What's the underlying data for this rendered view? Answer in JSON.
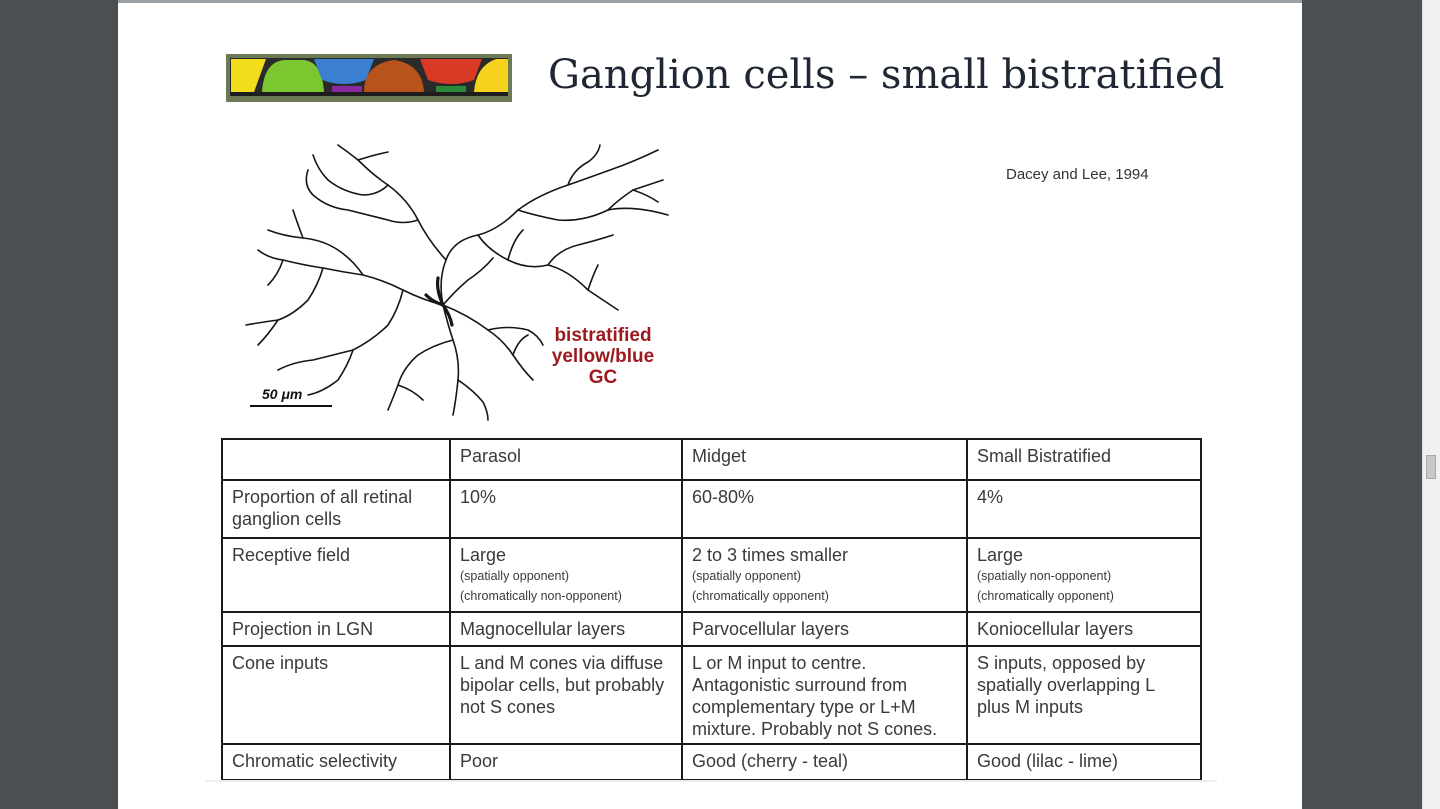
{
  "slide": {
    "title": "Ganglion cells – small bistratified",
    "citation": "Dacey and Lee, 1994"
  },
  "figure": {
    "cell_label_lines": [
      "bistratified",
      "yellow/blue",
      "GC"
    ],
    "scale_bar_label": "50 μm"
  },
  "logo_colors": [
    "#f2dd1c",
    "#7cc62f",
    "#3b7fd0",
    "#b8531b",
    "#d93a25",
    "#f5d21c"
  ],
  "table": {
    "headers": [
      "",
      "Parasol",
      "Midget",
      "Small Bistratified"
    ],
    "rows": [
      {
        "label": "Proportion of all retinal ganglion cells",
        "parasol": {
          "main": "10%"
        },
        "midget": {
          "main": "60-80%"
        },
        "bistratified": {
          "main": "4%"
        }
      },
      {
        "label": "Receptive field",
        "parasol": {
          "main": "Large",
          "sub1": "(spatially opponent)",
          "sub2": "(chromatically non-opponent)"
        },
        "midget": {
          "main": "2 to 3 times smaller",
          "sub1": "(spatially opponent)",
          "sub2": "(chromatically opponent)"
        },
        "bistratified": {
          "main": "Large",
          "sub1": "(spatially non-opponent)",
          "sub2": "(chromatically opponent)"
        }
      },
      {
        "label": "Projection in LGN",
        "parasol": {
          "main": "Magnocellular layers"
        },
        "midget": {
          "main": "Parvocellular layers"
        },
        "bistratified": {
          "main": "Koniocellular layers"
        }
      },
      {
        "label": "Cone inputs",
        "parasol": {
          "main": "L and M cones via diffuse bipolar cells, but probably not S cones"
        },
        "midget": {
          "main": "L or M input to centre. Antagonistic surround from complementary type or L+M mixture. Probably not S cones."
        },
        "bistratified": {
          "main": "S inputs, opposed by spatially overlapping L plus M inputs"
        }
      },
      {
        "label": "Chromatic selectivity",
        "parasol": {
          "main": "Poor"
        },
        "midget": {
          "main": "Good (cherry - teal)"
        },
        "bistratified": {
          "main": "Good (lilac - lime)"
        }
      }
    ]
  }
}
